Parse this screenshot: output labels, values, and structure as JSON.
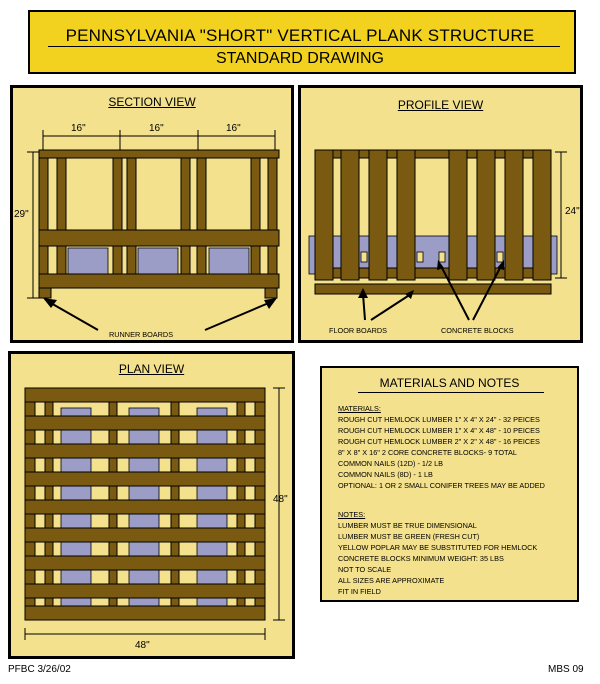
{
  "header": {
    "title_line1": "PENNSYLVANIA \"SHORT\" VERTICAL PLANK STRUCTURE",
    "title_line2": "STANDARD DRAWING"
  },
  "section_view": {
    "title": "SECTION VIEW",
    "dim_top": [
      "16\"",
      "16\"",
      "16\""
    ],
    "dim_height": "29\"",
    "label_runner": "RUNNER BOARDS"
  },
  "profile_view": {
    "title": "PROFILE VIEW",
    "dim_height": "24\"",
    "label_floor": "FLOOR BOARDS",
    "label_blocks": "CONCRETE BLOCKS"
  },
  "plan_view": {
    "title": "PLAN VIEW",
    "dim_height": "48\"",
    "dim_width": "48\""
  },
  "materials": {
    "title": "MATERIALS AND NOTES",
    "materials_heading": "MATERIALS:",
    "materials_items": [
      "ROUGH CUT HEMLOCK LUMBER 1\" X 4\" X 24\" - 32 PEICES",
      "ROUGH CUT HEMLOCK LUMBER 1\" X 4\" X 48\" - 10 PEICES",
      "ROUGH CUT HEMLOCK LUMBER 2\" X 2\" X 48\" - 16 PEICES",
      "8\" X 8\" X 16\" 2 CORE CONCRETE BLOCKS- 9 TOTAL",
      "COMMON NAILS (12D) - 1/2 LB",
      "COMMON NAILS (8D) - 1 LB",
      "OPTIONAL: 1 OR 2 SMALL CONIFER TREES MAY BE ADDED"
    ],
    "notes_heading": "NOTES:",
    "notes_items": [
      "LUMBER MUST BE TRUE DIMENSIONAL",
      "LUMBER MUST BE GREEN (FRESH CUT)",
      "YELLOW POPLAR MAY BE SUBSTITUTED FOR HEMLOCK",
      "CONCRETE BLOCKS MINIMUM WEIGHT: 35 LBS",
      "NOT TO SCALE",
      "ALL SIZES ARE APPROXIMATE",
      "FIT IN FIELD"
    ]
  },
  "footer": {
    "left": "PFBC 3/26/02",
    "right": "MBS 09"
  },
  "colors": {
    "title_bg": "#f2d21f",
    "panel_bg": "#f3e18d",
    "wood": "#7a5a10",
    "block": "#9b9dc6"
  }
}
